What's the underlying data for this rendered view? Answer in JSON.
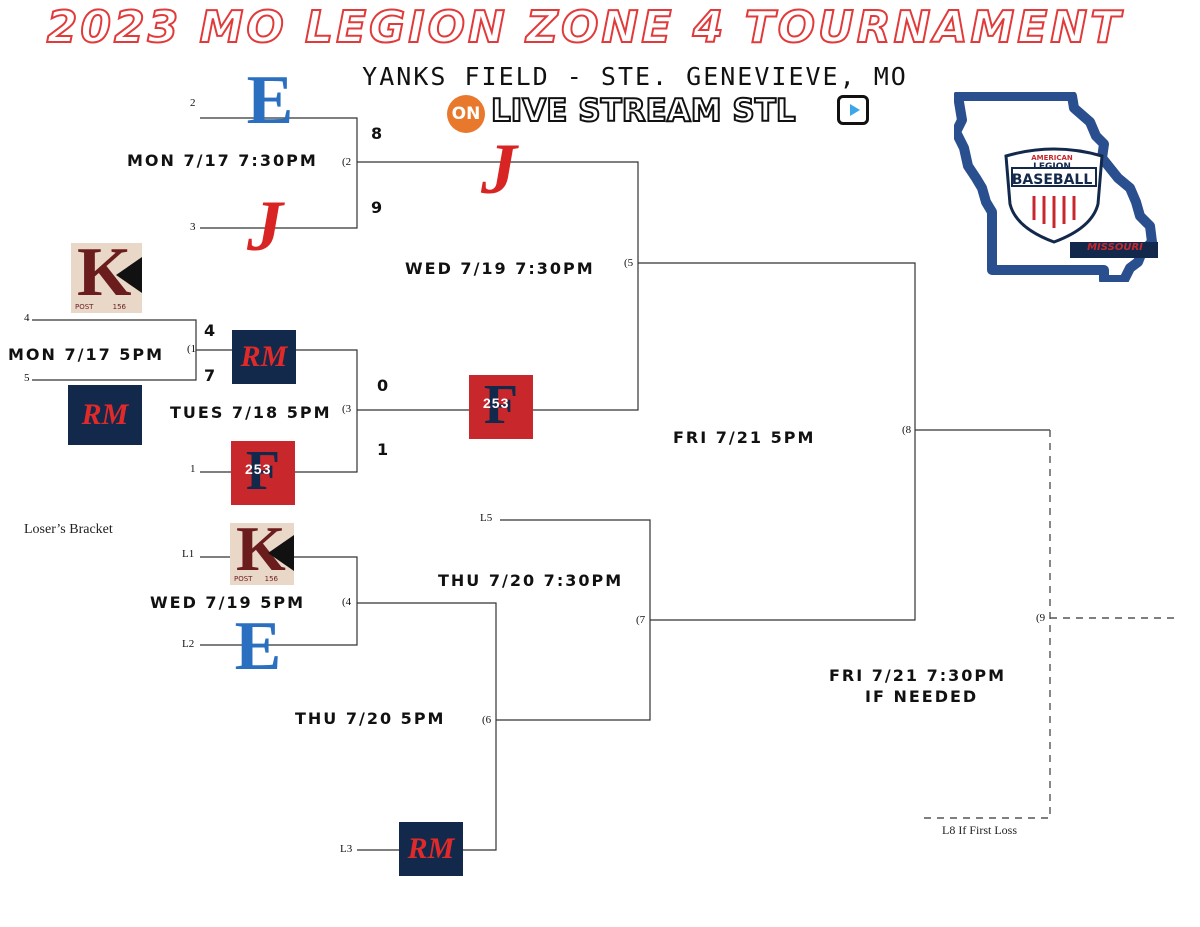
{
  "title": "2023 MO LEGION ZONE 4 TOURNAMENT",
  "subtitle": "YANKS FIELD - STE. GENEVIEVE, MO",
  "stream": {
    "on": "ON",
    "text": "LIVE STREAM STL"
  },
  "games": {
    "g1": "MON 7/17 5PM",
    "g2": "MON 7/17 7:30PM",
    "g3": "TUES 7/18 5PM",
    "g4": "WED 7/19 5PM",
    "g5": "WED 7/19 7:30PM",
    "g6": "THU 7/20 5PM",
    "g7": "THU 7/20 7:30PM",
    "g8": "FRI 7/21 5PM",
    "g9_line1": "FRI 7/21 7:30PM",
    "g9_line2": "IF NEEDED"
  },
  "scores": {
    "g2_top": "8",
    "g2_bottom": "9",
    "g1_top": "4",
    "g1_bottom": "7",
    "g3_top": "0",
    "g3_bottom": "1"
  },
  "seeds": {
    "s2": "2",
    "s3": "3",
    "s4": "4",
    "s5": "5",
    "s1": "1",
    "l1": "L1",
    "l2": "L2",
    "l3": "L3",
    "l5": "L5",
    "m1": "(1",
    "m2": "(2",
    "m3": "(3",
    "m4": "(4",
    "m5": "(5",
    "m6": "(6",
    "m7": "(7",
    "m8": "(8",
    "m9": "(9"
  },
  "labels": {
    "losers_bracket": "Loser’s Bracket",
    "l8": "L8 If First Loss"
  },
  "logos": {
    "e": "E",
    "j": "J",
    "rm": "RM",
    "k": "K",
    "post": "POST",
    "post_num": "156",
    "f": "F",
    "f_nums": "253",
    "legion_small": "AMERICAN",
    "legion": "LEGION",
    "baseball": "BASEBALL",
    "missouri": "MISSOURI"
  },
  "colors": {
    "title_outline": "#e23a3a",
    "navy": "#13294b",
    "red": "#d92424",
    "blue": "#2a6fc0"
  }
}
